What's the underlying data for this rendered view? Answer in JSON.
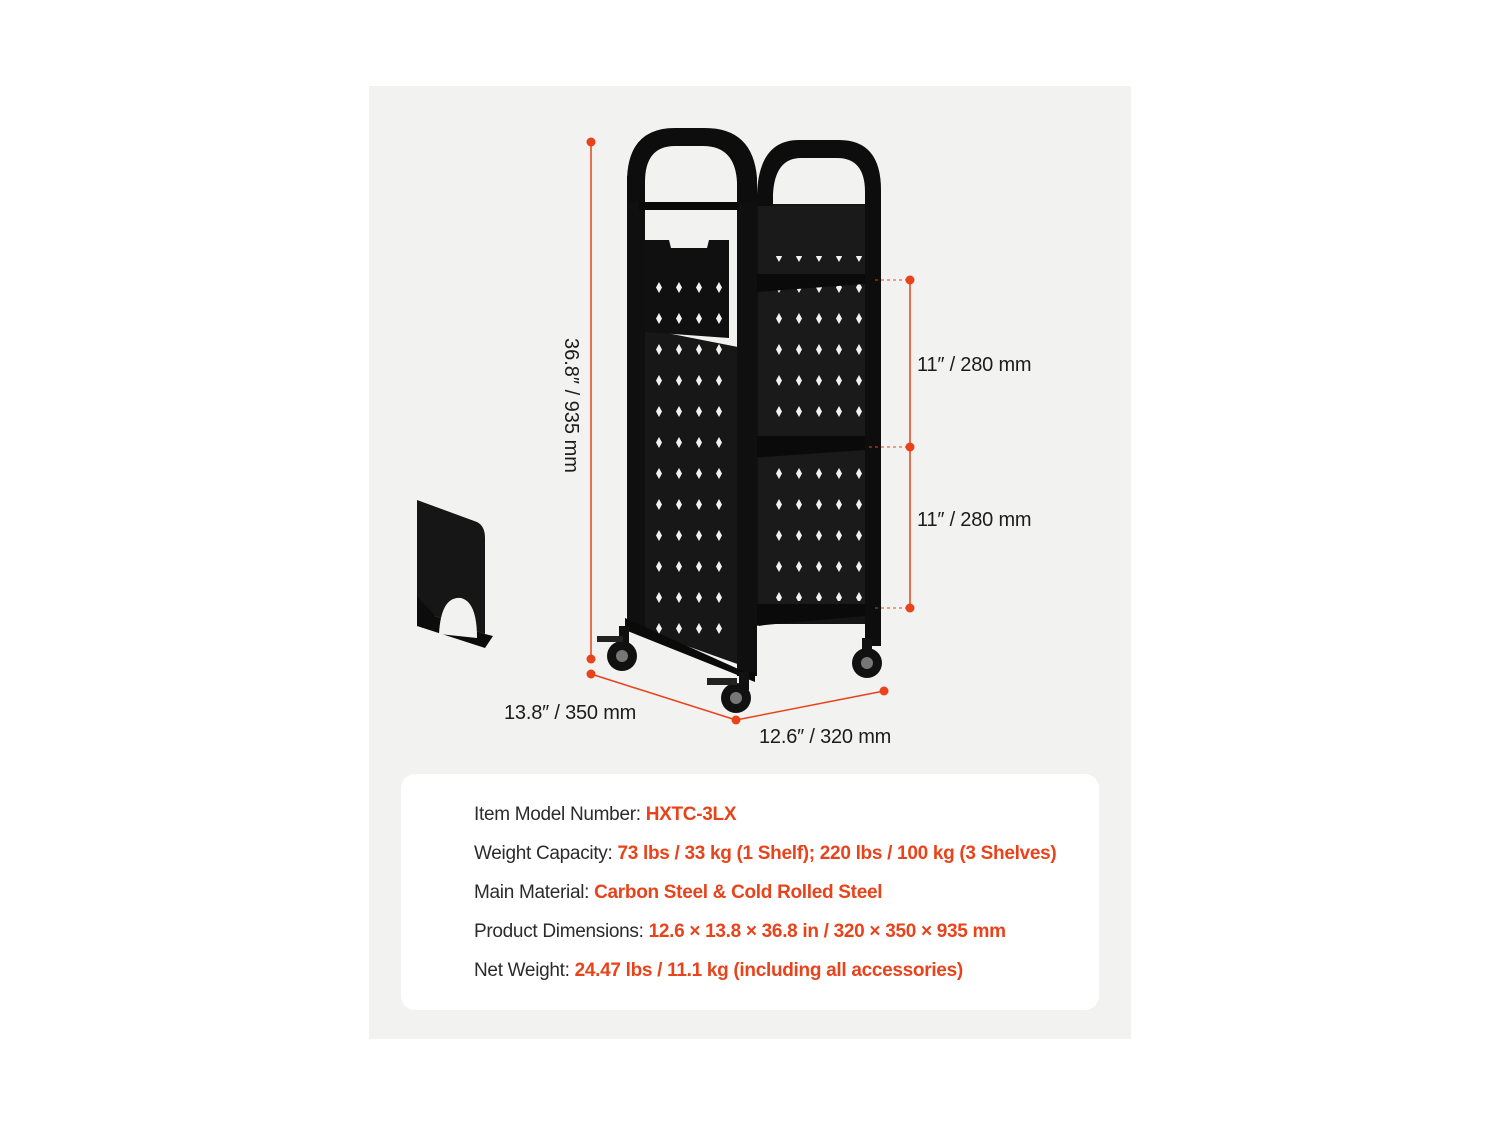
{
  "colors": {
    "accent": "#e8431b",
    "panel": "#f2f2f1",
    "product": "#111111"
  },
  "dimensions": {
    "height": "36.8″ / 935 mm",
    "shelf_gap_upper": "11″ / 280 mm",
    "shelf_gap_lower": "11″ / 280 mm",
    "depth": "13.8″ / 350 mm",
    "width": "12.6″ / 320 mm"
  },
  "specs": [
    {
      "label": "Item Model Number:",
      "value": "HXTC-3LX"
    },
    {
      "label": "Weight Capacity:",
      "value": "73 lbs / 33 kg (1 Shelf); 220 lbs / 100 kg (3 Shelves)"
    },
    {
      "label": "Main Material:",
      "value": "Carbon Steel & Cold Rolled Steel"
    },
    {
      "label": "Product Dimensions:",
      "value": "12.6 × 13.8 × 36.8 in / 320 × 350 × 935 mm"
    },
    {
      "label": "Net Weight:",
      "value": "24.47 lbs / 11.1 kg (including all accessories)"
    }
  ]
}
